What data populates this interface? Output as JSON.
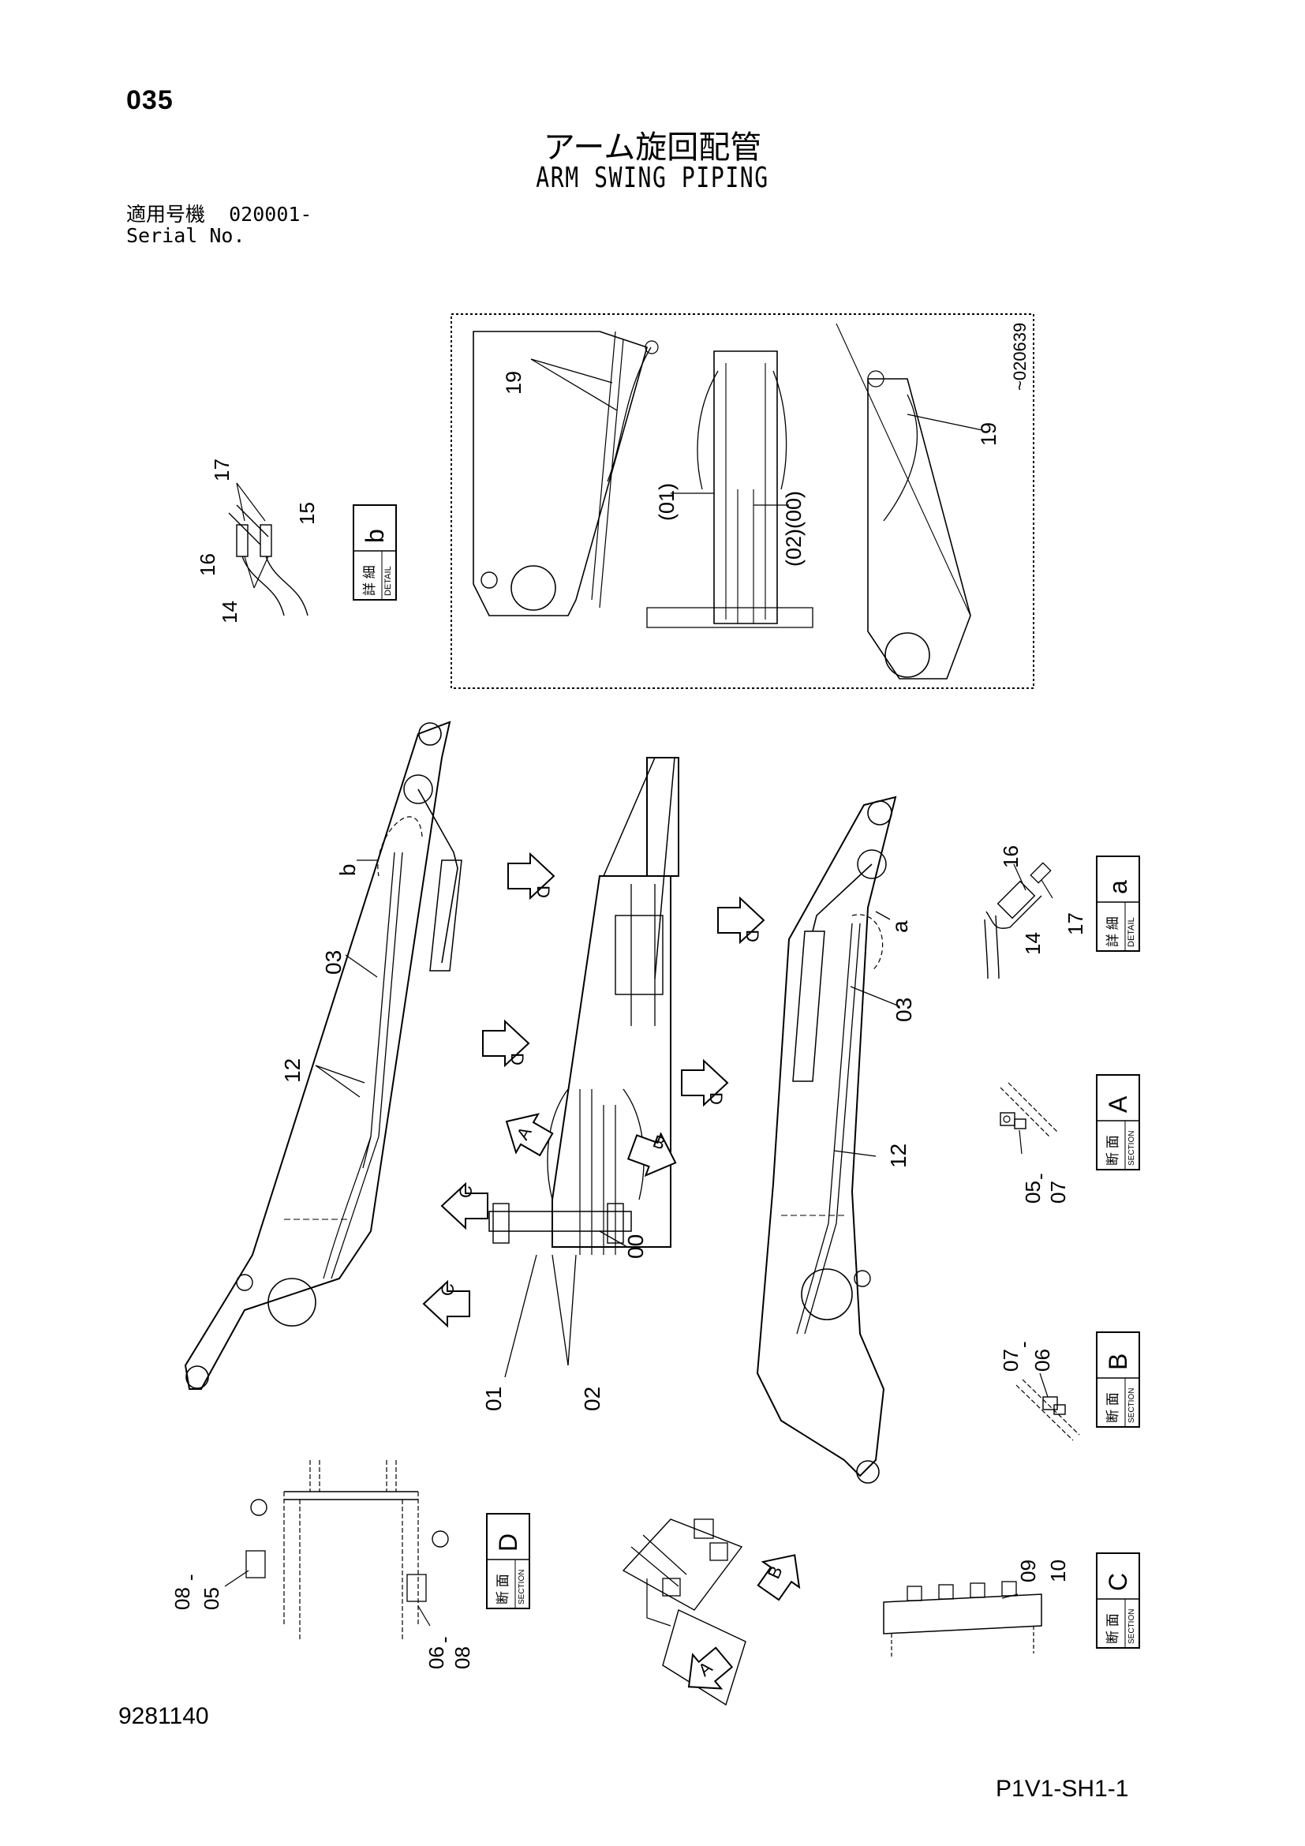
{
  "header": {
    "page_number": "035",
    "title_jp": "アーム旋回配管",
    "title_en": "ARM SWING PIPING",
    "serial_label_jp": "適用号機",
    "serial_value": "020001-",
    "serial_label_en": "Serial No."
  },
  "inset": {
    "serial_note": "~020639"
  },
  "callouts": {
    "c00": "00",
    "c01": "01",
    "c02": "02",
    "c03": "03",
    "c05": "05",
    "c06": "06",
    "c07": "07",
    "c08": "08",
    "c09": "09",
    "c10": "10",
    "c12": "12",
    "c14": "14",
    "c15": "15",
    "c16": "16",
    "c17": "17",
    "c19": "19",
    "p01": "(01)",
    "p02_00": "(02)(00)",
    "dash": "-",
    "detail_a": "a",
    "detail_b": "b"
  },
  "view_arrows": {
    "A": "A",
    "B": "B",
    "C": "C",
    "D": "D"
  },
  "boxes": {
    "detail_jp": "詳 細",
    "detail_en": "DETAIL",
    "section_jp": "断 面",
    "section_en": "SECTION",
    "a": "a",
    "b": "b",
    "A": "A",
    "B": "B",
    "C": "C",
    "D": "D"
  },
  "footer": {
    "doc_number": "9281140",
    "sheet_ref": "P1V1-SH1-1"
  }
}
